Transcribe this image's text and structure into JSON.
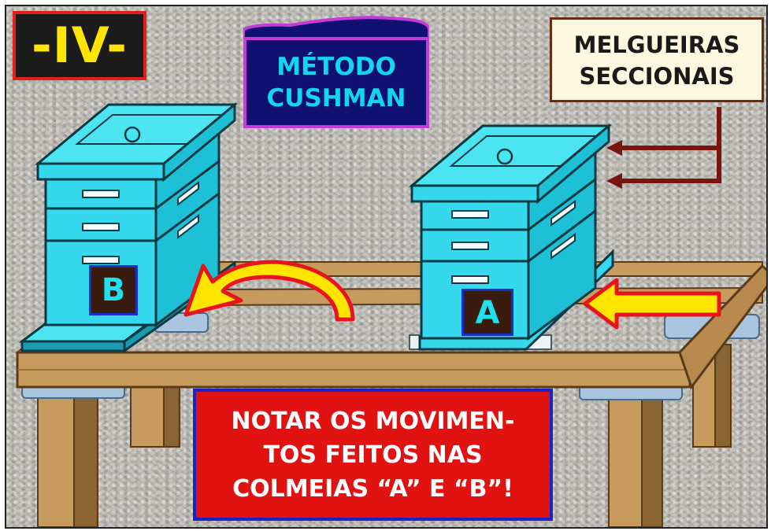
{
  "badge": {
    "text": "-IV-"
  },
  "method": {
    "line1": "MÉTODO",
    "line2": "CUSHMAN"
  },
  "supers": {
    "line1": "MELGUEIRAS",
    "line2": "SECCIONAIS"
  },
  "note": {
    "line1": "NOTAR OS MOVIMEN-",
    "line2": "TOS FEITOS NAS",
    "line3": "COLMEIAS “A” E “B”!"
  },
  "hives": {
    "left": "B",
    "right": "A"
  },
  "colors": {
    "hive": "#35d8ec",
    "hive_dark": "#1a9bb0",
    "wood": "#c79a5e",
    "wood_dark": "#7a5428",
    "arrow_fill": "#ffe600",
    "arrow_outline": "#e8141c",
    "super_arrows": "#7a1410",
    "pad": "#a9c4de"
  }
}
